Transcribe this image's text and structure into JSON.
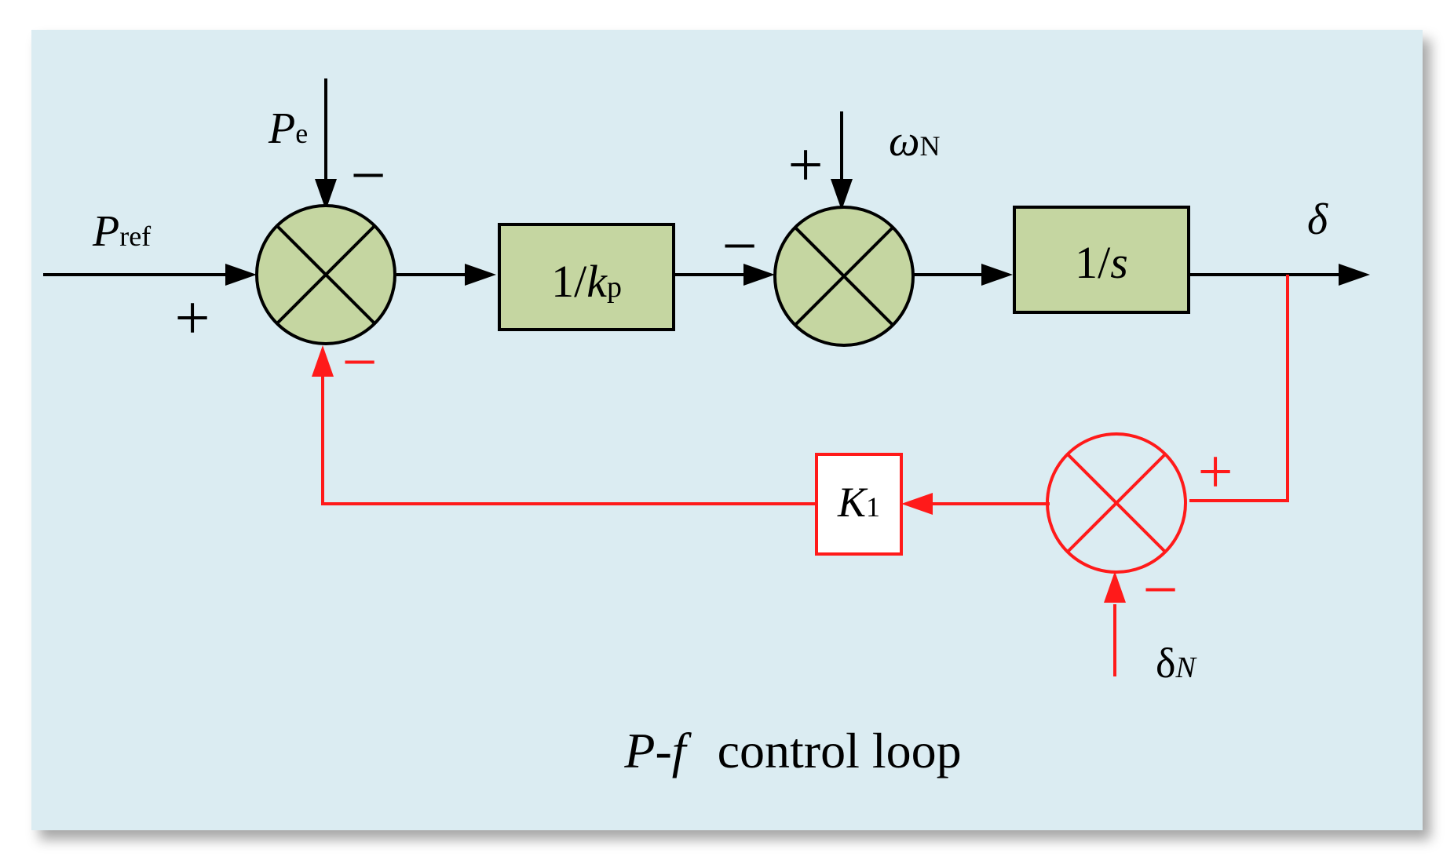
{
  "colors": {
    "panel": "#dbecf2",
    "block_fill": "#c5d6a1",
    "black": "#000000",
    "feedback": "#ff1a1a",
    "k_block_fill": "#ffffff"
  },
  "signals": {
    "p_ref": {
      "main": "P",
      "sub": "ref"
    },
    "p_e": {
      "main": "P",
      "sub": "e"
    },
    "omega_n": {
      "main": "ω",
      "sub": "N"
    },
    "delta": "δ",
    "delta_n": {
      "main": "δ",
      "sub": "N"
    }
  },
  "blocks": {
    "kp": {
      "prefix": "1/",
      "var": "k",
      "sub": "p"
    },
    "s": {
      "prefix": "1/",
      "var": "s"
    },
    "k1": {
      "var": "K",
      "sub": "1"
    }
  },
  "signs": {
    "sum1_left": "+",
    "sum1_top": "−",
    "sum1_bottom": "−",
    "sum2_left": "−",
    "sum2_top": "+",
    "sum3_right": "+",
    "sum3_bottom": "−"
  },
  "caption": {
    "main": "P-f",
    "rest": "control loop"
  }
}
